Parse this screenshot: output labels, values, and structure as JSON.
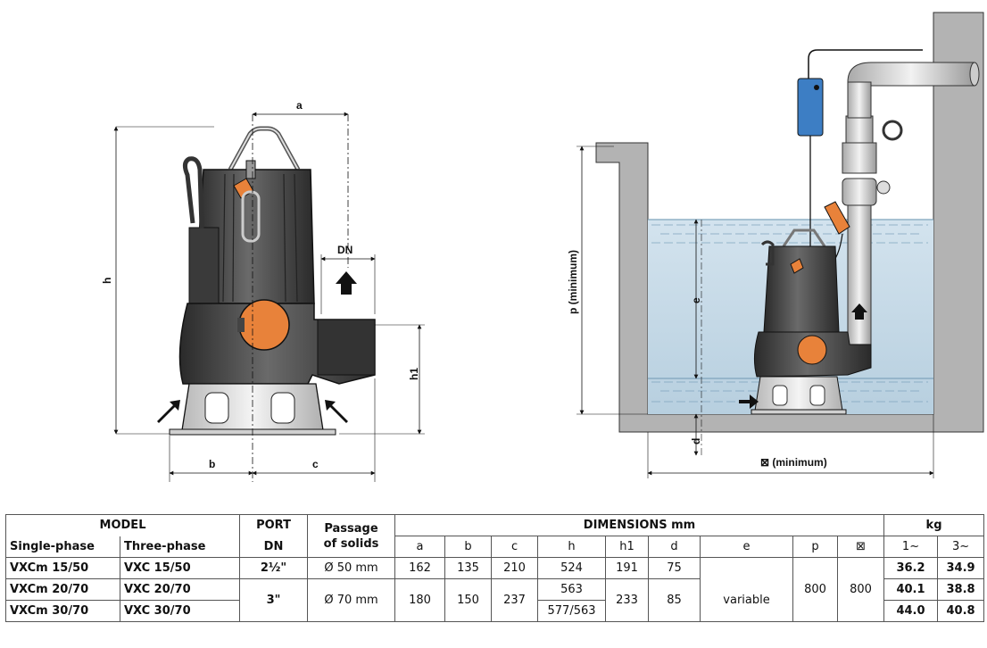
{
  "labels": {
    "a": "a",
    "b": "b",
    "c": "c",
    "h": "h",
    "h1": "h1",
    "dn": "DN",
    "d": "d",
    "e": "e",
    "p": "p (minimum)",
    "diam": "⊠ (minimum)"
  },
  "table": {
    "model": "MODEL",
    "port": "PORT",
    "passage_line1": "Passage",
    "passage_line2": "of solids",
    "dimensions": "DIMENSIONS mm",
    "kg": "kg",
    "single_phase": "Single-phase",
    "three_phase": "Three-phase",
    "dn": "DN",
    "cols": [
      "a",
      "b",
      "c",
      "h",
      "h1",
      "d",
      "e",
      "p",
      "⊠"
    ],
    "kg_cols": [
      "1~",
      "3~"
    ],
    "rows": [
      {
        "single": "VXCm 15/50",
        "three": "VXC 15/50",
        "port": "2½\"",
        "passage": "Ø 50 mm",
        "a": "162",
        "b": "135",
        "c": "210",
        "h": "524",
        "h1": "191",
        "d": "75",
        "kg1": "36.2",
        "kg3": "34.9"
      },
      {
        "single": "VXCm 20/70",
        "three": "VXC 20/70",
        "port": "3\"",
        "passage": "Ø 70 mm",
        "a": "180",
        "b": "150",
        "c": "237",
        "h": "563",
        "h1": "233",
        "d": "85",
        "kg1": "40.1",
        "kg3": "38.8"
      },
      {
        "single": "VXCm 30/70",
        "three": "VXC 30/70",
        "h": "577/563",
        "kg1": "44.0",
        "kg3": "40.8"
      }
    ],
    "e_value": "variable",
    "p_value": "800",
    "diam_value": "800"
  }
}
